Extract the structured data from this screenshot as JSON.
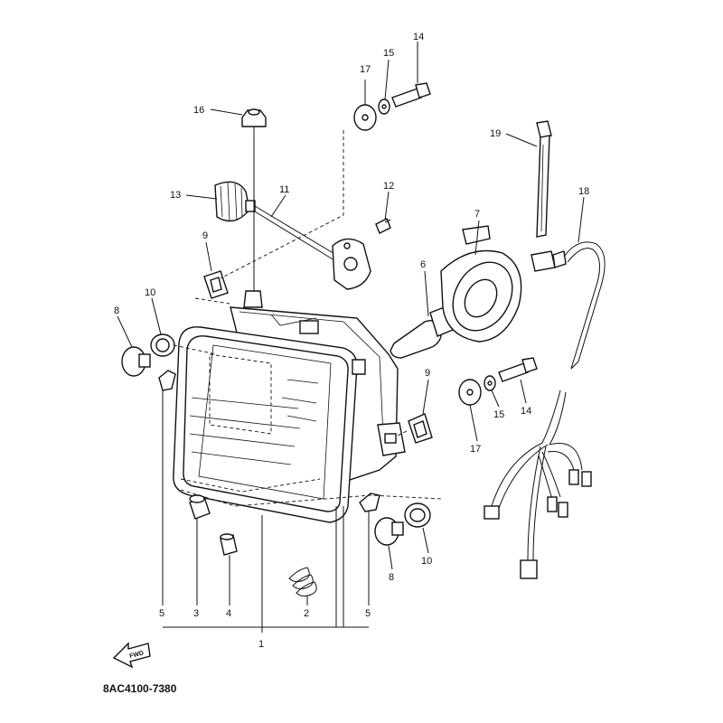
{
  "diagram": {
    "drawing_code": "8AC4100-7380",
    "direction_label": "FWD",
    "callouts": {
      "c1": "1",
      "c2": "2",
      "c3": "3",
      "c4": "4",
      "c5a": "5",
      "c5b": "5",
      "c6": "6",
      "c7": "7",
      "c8a": "8",
      "c8b": "8",
      "c9a": "9",
      "c9b": "9",
      "c10a": "10",
      "c10b": "10",
      "c11": "11",
      "c12": "12",
      "c13": "13",
      "c14a": "14",
      "c14b": "14",
      "c15a": "15",
      "c15b": "15",
      "c16": "16",
      "c17a": "17",
      "c17b": "17",
      "c18": "18",
      "c19": "19"
    }
  }
}
